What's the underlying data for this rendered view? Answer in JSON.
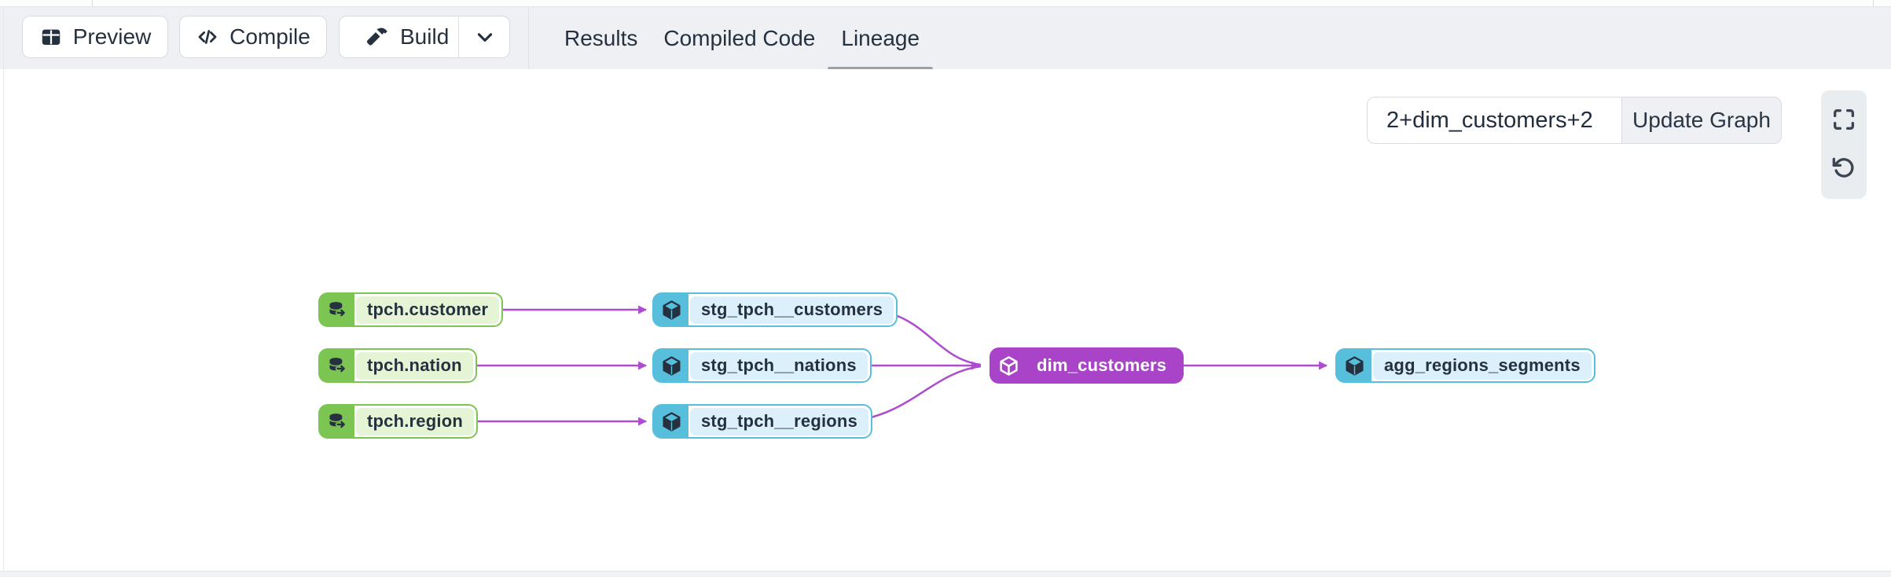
{
  "toolbar": {
    "preview_label": "Preview",
    "compile_label": "Compile",
    "build_label": "Build"
  },
  "tabs": [
    {
      "label": "Results",
      "active": false
    },
    {
      "label": "Compiled Code",
      "active": false
    },
    {
      "label": "Lineage",
      "active": true
    }
  ],
  "graph_controls": {
    "selector_input_value": "2+dim_customers+2",
    "update_graph_label": "Update Graph"
  },
  "lineage": {
    "nodes": [
      {
        "label": "tpch.customer",
        "type": "source"
      },
      {
        "label": "tpch.nation",
        "type": "source"
      },
      {
        "label": "tpch.region",
        "type": "source"
      },
      {
        "label": "stg_tpch__customers",
        "type": "model"
      },
      {
        "label": "stg_tpch__nations",
        "type": "model"
      },
      {
        "label": "stg_tpch__regions",
        "type": "model"
      },
      {
        "label": "dim_customers",
        "type": "model",
        "selected": true
      },
      {
        "label": "agg_regions_segments",
        "type": "model"
      }
    ],
    "edges": [
      {
        "from": "tpch.customer",
        "to": "stg_tpch__customers"
      },
      {
        "from": "tpch.nation",
        "to": "stg_tpch__nations"
      },
      {
        "from": "tpch.region",
        "to": "stg_tpch__regions"
      },
      {
        "from": "stg_tpch__customers",
        "to": "dim_customers"
      },
      {
        "from": "stg_tpch__nations",
        "to": "dim_customers"
      },
      {
        "from": "stg_tpch__regions",
        "to": "dim_customers"
      },
      {
        "from": "dim_customers",
        "to": "agg_regions_segments"
      }
    ]
  },
  "icons": {
    "preview": "table-grid-icon",
    "compile": "code-icon",
    "build": "hammer-icon",
    "build_menu": "chevron-down-icon",
    "source_node": "database-export-icon",
    "model_node": "cube-icon",
    "fullscreen": "fullscreen-icon",
    "reset_view": "rotate-ccw-icon"
  },
  "colors": {
    "toolbar_bg": "#eef0f3",
    "source_green": "#7cc553",
    "source_green_light": "#e5f4d5",
    "model_blue": "#57bedc",
    "model_blue_light": "#dbf0fa",
    "selected_purple": "#a943c8",
    "edge_purple": "#ad4ccd",
    "text_dark": "#26313f",
    "tab_underline": "#99a1ab"
  }
}
